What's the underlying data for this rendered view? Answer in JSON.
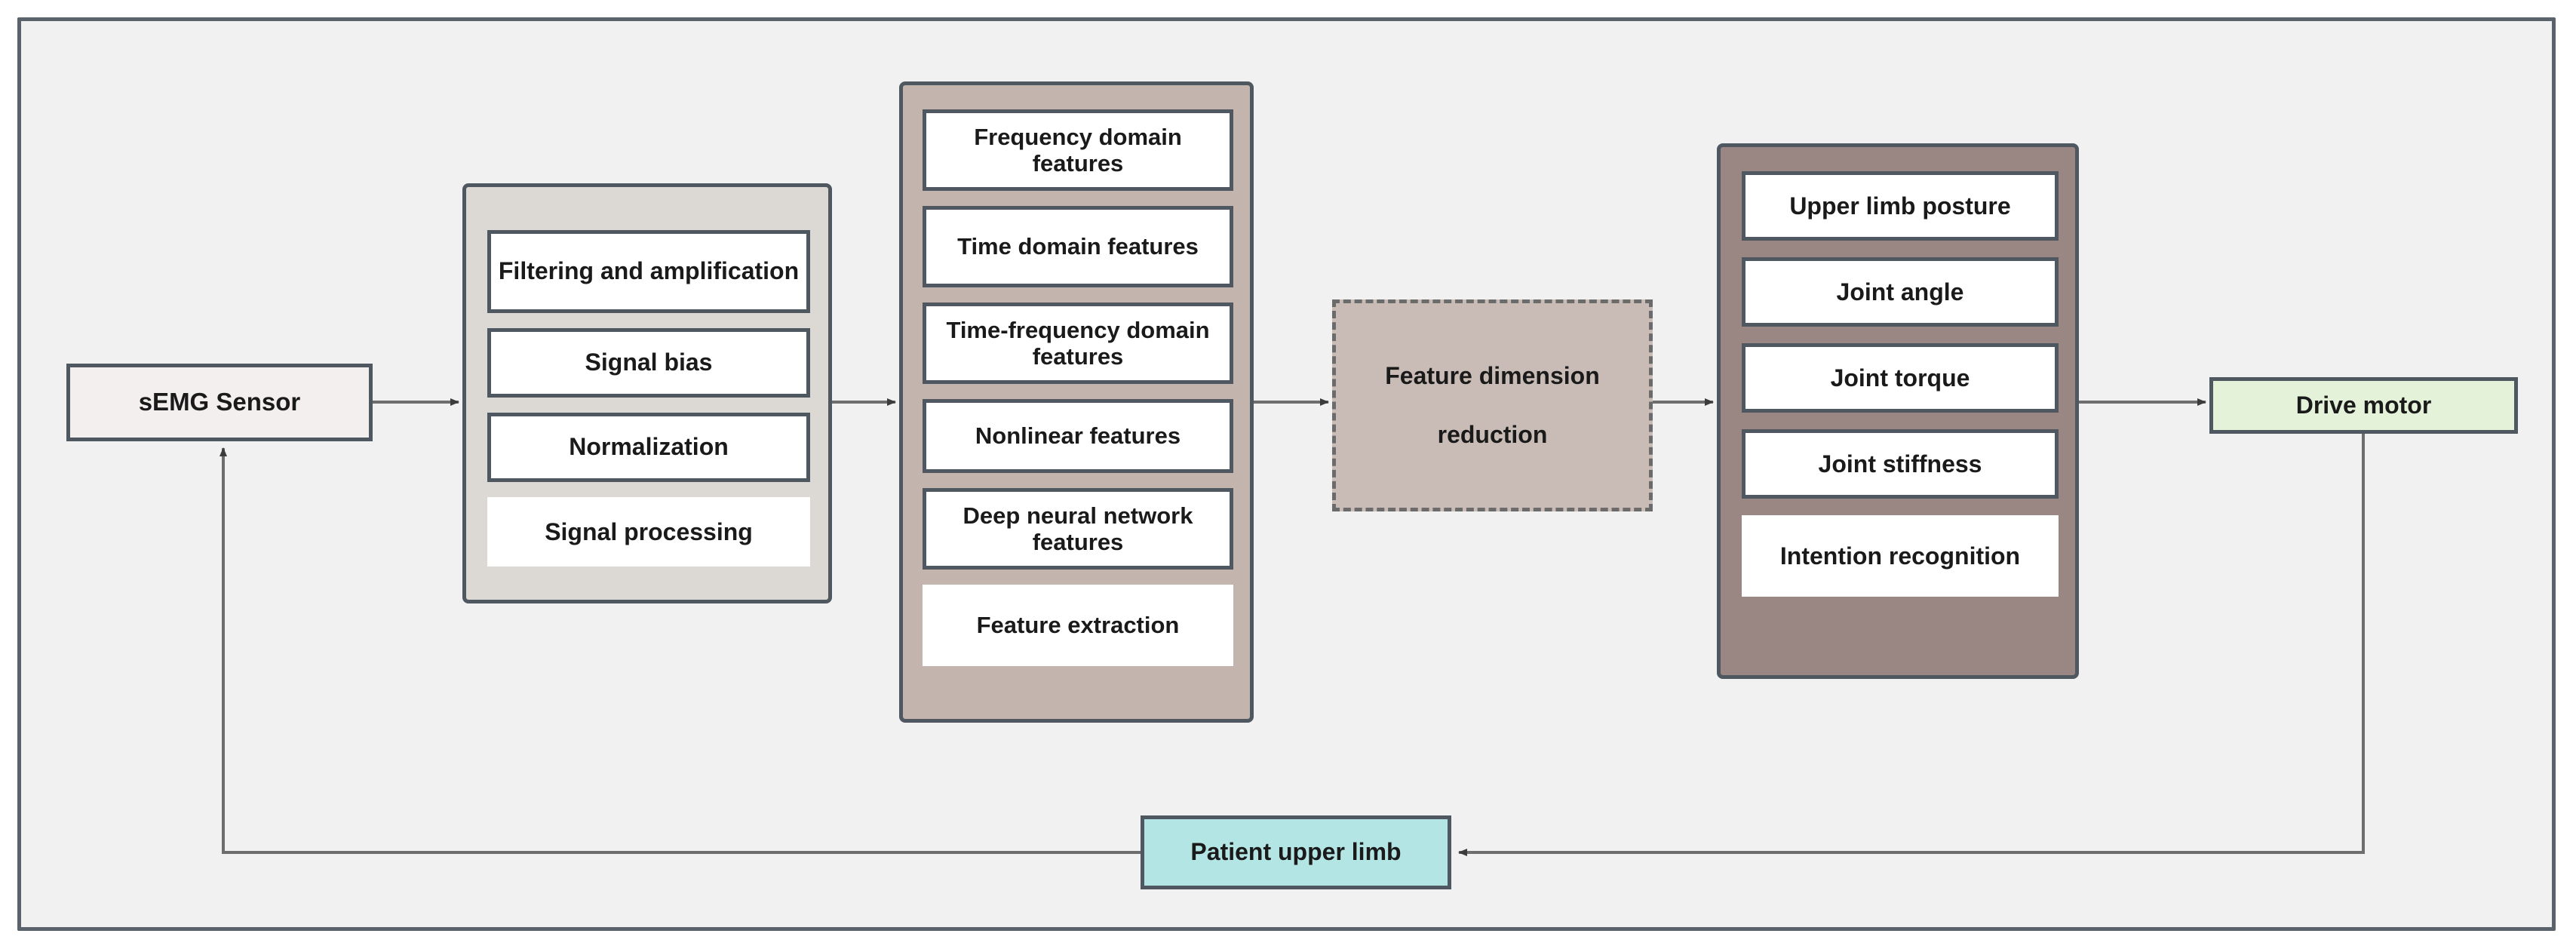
{
  "diagram": {
    "title": "sEMG-driven upper limb rehabilitation control flowchart",
    "colors": {
      "frame_border": "#5a626b",
      "frame_background": "#f1f1f1",
      "node_border": "#4f5760",
      "signal_processing_group_fill": "#dcd8d4",
      "feature_extraction_group_fill": "#c3b5ae",
      "feature_dimension_reduction_fill": "#c9bcb6",
      "intention_group_fill": "#9a8783",
      "drive_motor_fill": "#e3f2d8",
      "patient_upper_limb_fill": "#b3e5e5",
      "semg_sensor_fill": "#f2efee",
      "connector_line": "#6e6e6e",
      "arrow_head": "#3c3c3c"
    }
  },
  "nodes": {
    "semg_sensor": {
      "label": "sEMG Sensor"
    },
    "feature_dimension_reduction": {
      "line1": "Feature dimension",
      "line2": "reduction"
    },
    "drive_motor": {
      "label": "Drive motor"
    },
    "patient_upper_limb": {
      "label": "Patient upper limb"
    }
  },
  "signal_processing_group": {
    "group_label": "Signal processing",
    "items": [
      {
        "label": "Filtering and amplification"
      },
      {
        "label": "Signal bias"
      },
      {
        "label": "Normalization"
      }
    ]
  },
  "feature_extraction_group": {
    "group_label": "Feature extraction",
    "items": [
      {
        "label": "Frequency domain features"
      },
      {
        "label": "Time domain features"
      },
      {
        "label": "Time-frequency domain features"
      },
      {
        "label": "Nonlinear features"
      },
      {
        "label": "Deep neural network features"
      }
    ]
  },
  "intention_recognition_group": {
    "group_label": "Intention recognition",
    "items": [
      {
        "label": "Upper limb posture"
      },
      {
        "label": "Joint angle"
      },
      {
        "label": "Joint torque"
      },
      {
        "label": "Joint stiffness"
      }
    ]
  },
  "connections": [
    {
      "from": "sEMG Sensor",
      "to": "Signal processing",
      "type": "arrow"
    },
    {
      "from": "Signal processing",
      "to": "Feature extraction",
      "type": "arrow"
    },
    {
      "from": "Feature extraction",
      "to": "Feature dimension reduction",
      "type": "arrow"
    },
    {
      "from": "Feature dimension reduction",
      "to": "Intention recognition",
      "type": "arrow"
    },
    {
      "from": "Intention recognition",
      "to": "Drive motor",
      "type": "arrow"
    },
    {
      "from": "Drive motor",
      "to": "Patient upper limb",
      "type": "arrow"
    },
    {
      "from": "Patient upper limb",
      "to": "sEMG Sensor",
      "type": "arrow"
    }
  ]
}
